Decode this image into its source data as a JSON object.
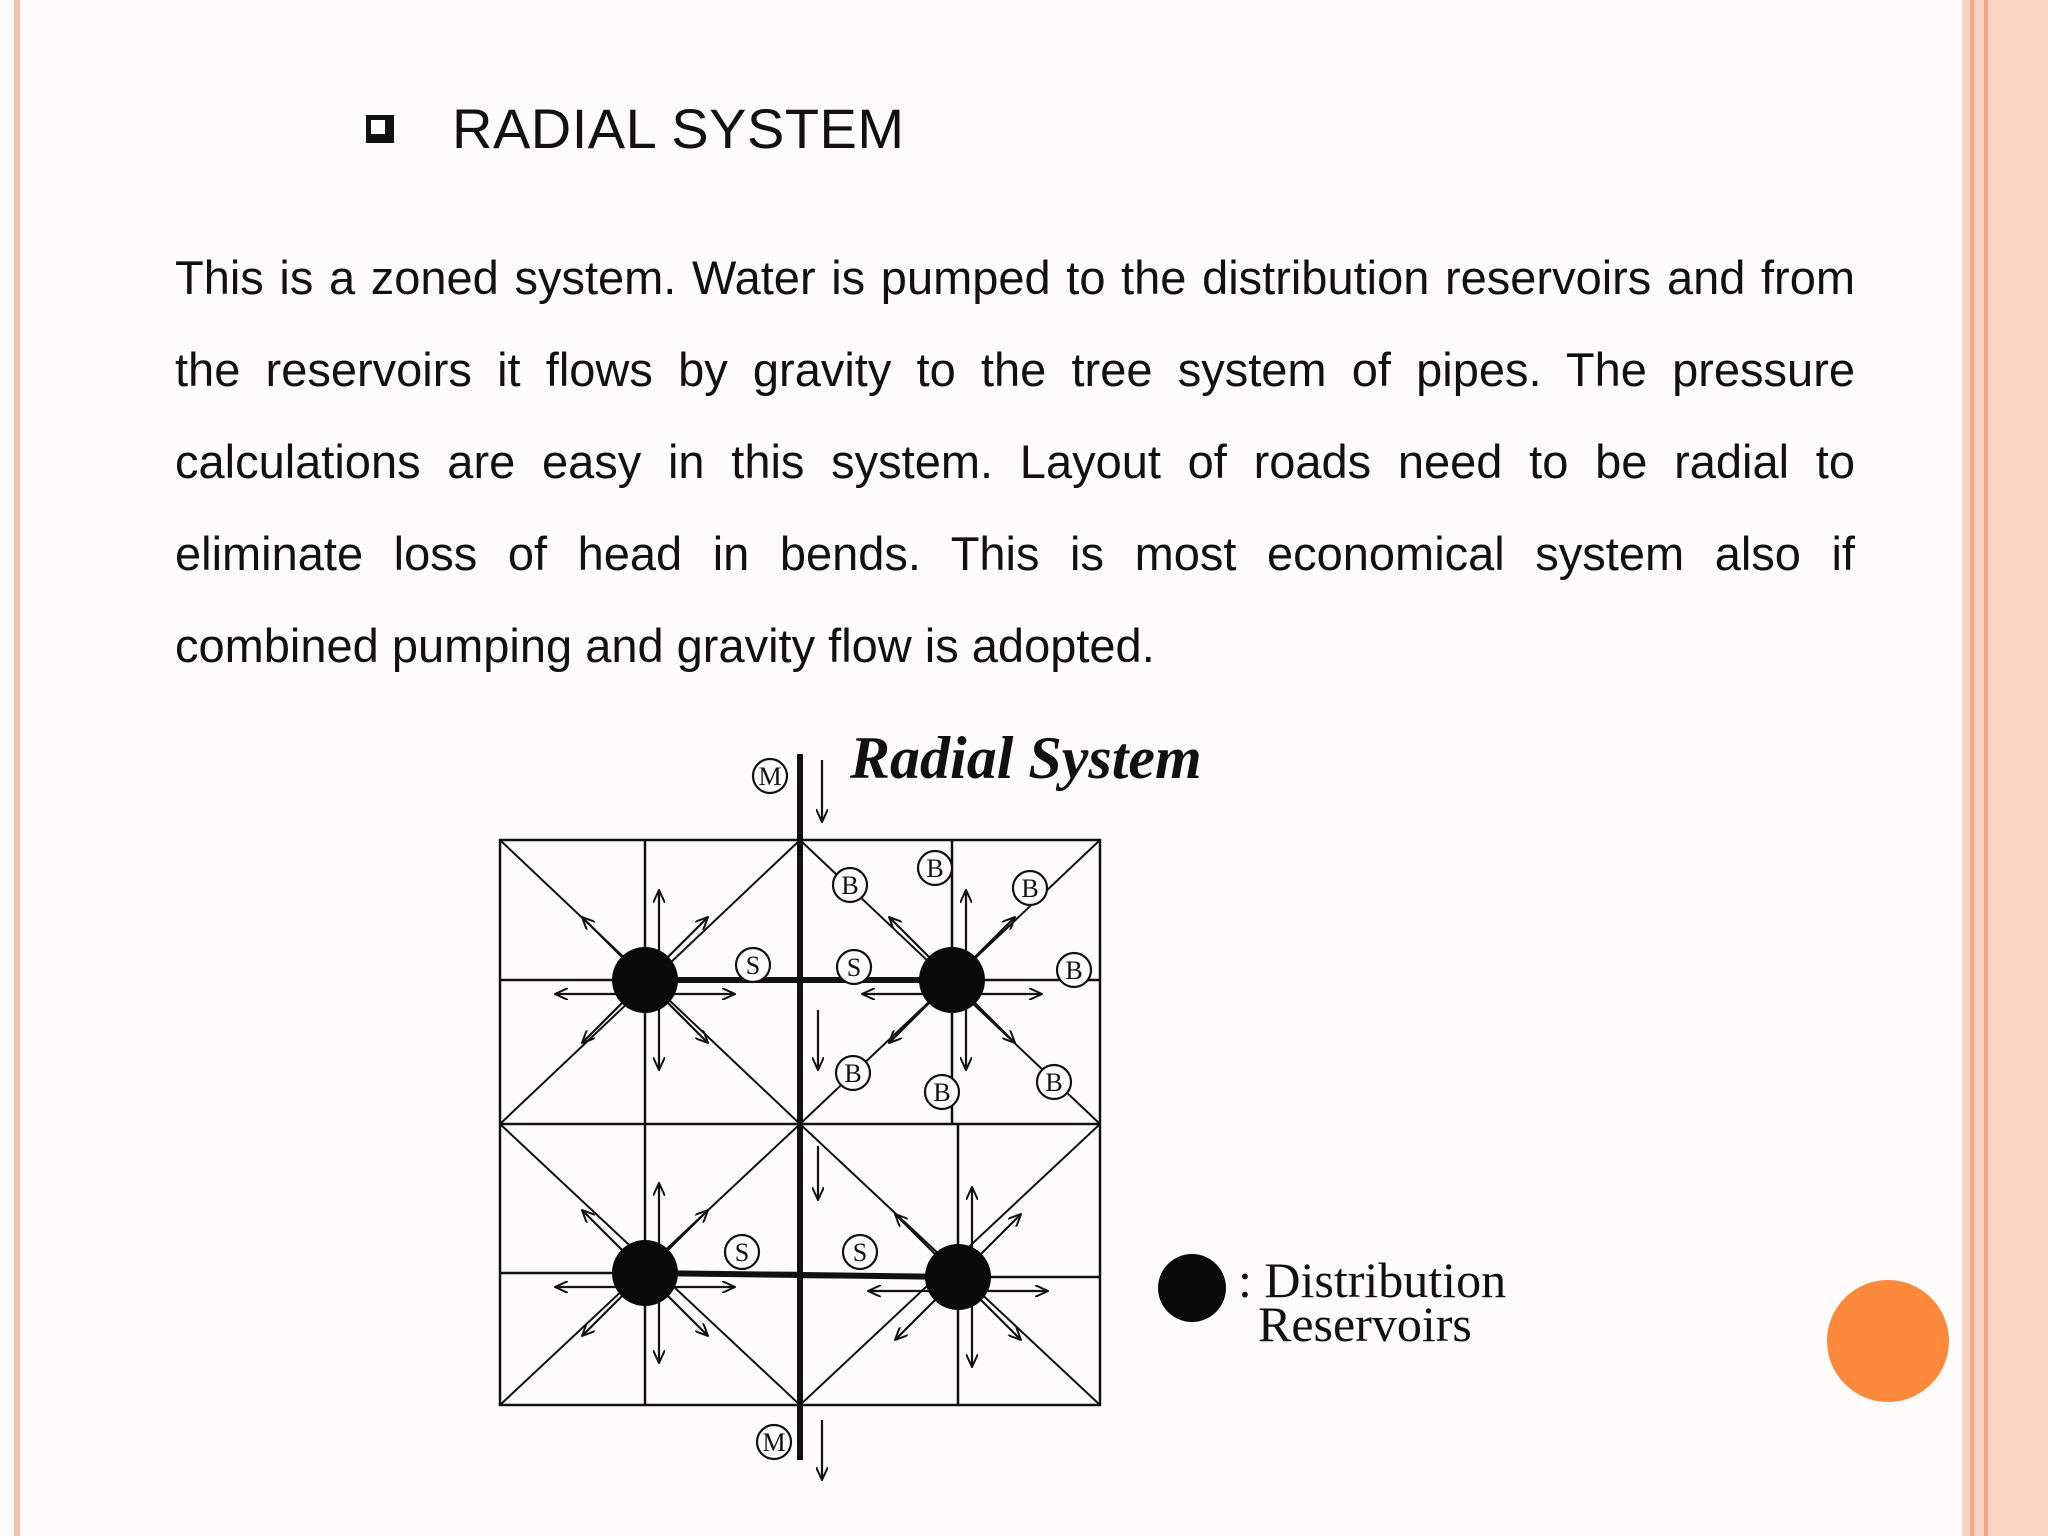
{
  "heading": "RADIAL SYSTEM",
  "body": "This is a zoned system. Water is pumped to the distribution reservoirs and from the reservoirs it flows by gravity to the tree system of pipes. The pressure calculations are easy in this system. Layout of roads need to be radial to eliminate loss of head in bends. This is most economical system also if combined pumping and gravity flow is adopted.",
  "diagram": {
    "title": "Radial System",
    "labels": {
      "main": "M",
      "submain": "S",
      "branch": "B"
    },
    "legend": {
      "line1": ": Distribution",
      "line2": "Reservoirs"
    }
  },
  "colors": {
    "accent_circle": "#fd8a3c",
    "stripe": "#f3a88d"
  }
}
